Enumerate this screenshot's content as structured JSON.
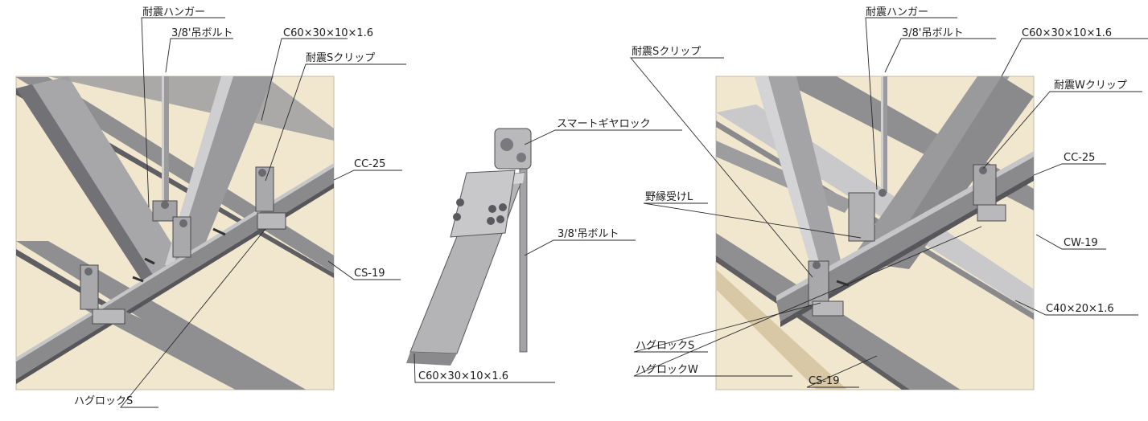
{
  "colors": {
    "ceiling": "#f1e7cf",
    "steel": "#8f8f92",
    "steel_light": "#b9b9bc",
    "steel_dark": "#5f5f63",
    "board": "#d9c8a6",
    "leader": "#2a2a2a"
  },
  "left_panel": {
    "labels": {
      "taishin_hanger": "耐震ハンガー",
      "bolt": "3/8'吊ボルト",
      "channel": "C60×30×10×1.6",
      "s_clip": "耐震Sクリップ",
      "cc25": "CC-25",
      "cs19": "CS-19",
      "hug_s": "ハグロックS"
    }
  },
  "middle_detail": {
    "labels": {
      "smart_gyalock": "スマートギヤロック",
      "bolt": "3/8'吊ボルト",
      "channel": "C60×30×10×1.6"
    }
  },
  "right_panel": {
    "labels": {
      "s_clip": "耐震Sクリップ",
      "taishin_hanger": "耐震ハンガー",
      "bolt": "3/8'吊ボルト",
      "channel": "C60×30×10×1.6",
      "w_clip": "耐震Wクリップ",
      "cc25": "CC-25",
      "noburi_l": "野縁受けL",
      "cw19": "CW-19",
      "c40": "C40×20×1.6",
      "hug_s": "ハグロックS",
      "hug_w": "ハグロックW",
      "cs19": "CS-19"
    }
  }
}
